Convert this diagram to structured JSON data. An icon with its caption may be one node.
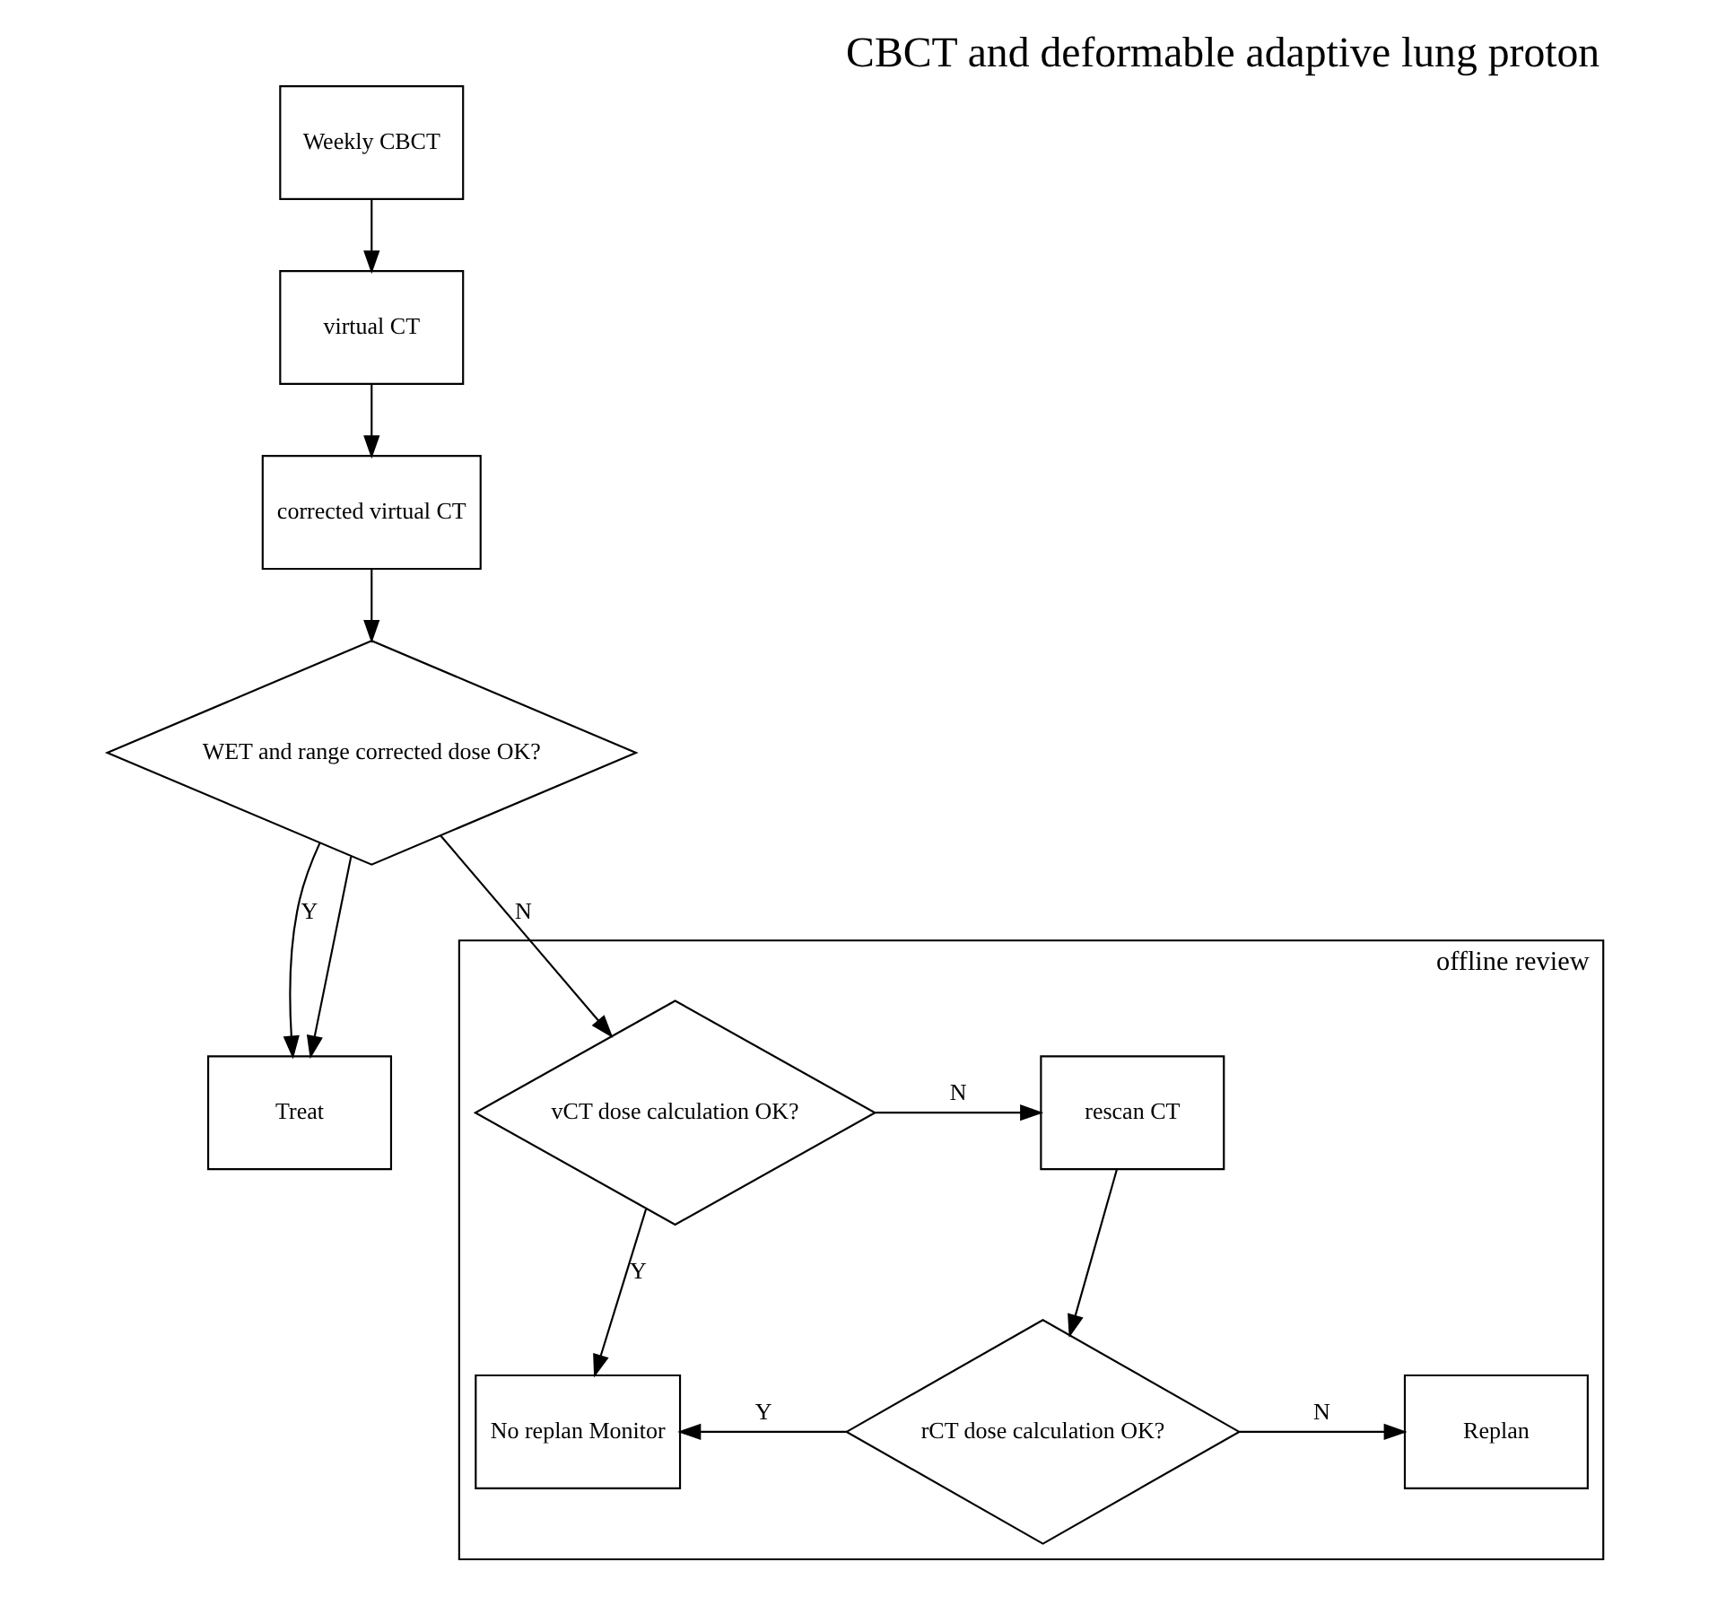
{
  "diagram": {
    "title": "CBCT and deformable adaptive lung proton",
    "nodes": [
      {
        "text": [
          "Weekly CBCT"
        ]
      },
      {
        "text": [
          "virtual CT"
        ]
      },
      {
        "text": [
          "corrected virtual CT"
        ]
      },
      {
        "text": [
          "WET and range corrected dose OK?"
        ]
      },
      {
        "text": [
          "Treat"
        ]
      },
      {
        "text": [
          "offline review"
        ]
      },
      {
        "text": [
          "vCT dose calculation OK?"
        ],
        "in": 5
      },
      {
        "text": [
          "rescan CT"
        ],
        "in": 5
      },
      {
        "text": [
          "No replan Monitor"
        ],
        "in": 5
      },
      {
        "text": [
          "rCT dose calculation OK?"
        ],
        "in": 5
      },
      {
        "text": [
          "Replan"
        ],
        "in": 5
      }
    ],
    "edges": [
      {
        "from": 0,
        "to": 1,
        "arrow": "to"
      },
      {
        "from": 1,
        "to": 2,
        "arrow": "to"
      },
      {
        "from": 2,
        "to": 3,
        "arrow": "to"
      },
      {
        "from": 3,
        "to": 6,
        "arrow": "to",
        "label": "N"
      },
      {
        "from": 3,
        "to": 4,
        "arrow": "to",
        "label": "Y"
      },
      {
        "from": 3,
        "to": 4,
        "arrow": "to"
      },
      {
        "from": 6,
        "to": 7,
        "arrow": "to",
        "label": "N"
      },
      {
        "from": 6,
        "to": 8,
        "arrow": "to",
        "label": "Y"
      },
      {
        "from": 7,
        "to": 9,
        "arrow": "to"
      },
      {
        "from": 9,
        "to": 8,
        "arrow": "to",
        "label": "Y"
      },
      {
        "from": 9,
        "to": 10,
        "arrow": "to",
        "label": "N"
      }
    ]
  }
}
